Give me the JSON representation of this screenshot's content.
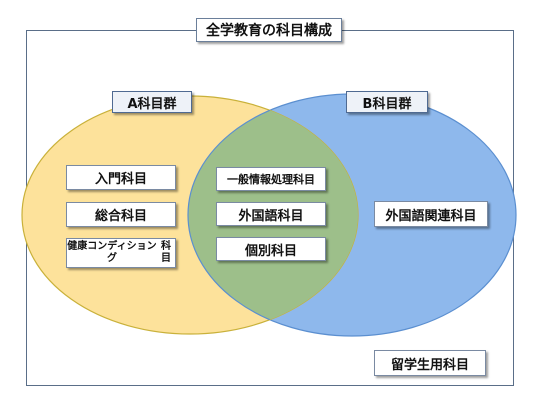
{
  "diagram": {
    "title": "全学教育の科目構成",
    "group_a": {
      "label": "A科目群",
      "color": "#fde29b",
      "stroke": "#c9b13a",
      "items": [
        "入門科目",
        "総合科目"
      ],
      "health_lines": [
        "健康コンディショング",
        "科目"
      ]
    },
    "group_b": {
      "label": "B科目群",
      "color": "#8eb8ec",
      "stroke": "#5b8fd0",
      "items": [
        "外国語関連科目"
      ]
    },
    "overlap": {
      "color": "#9dbf8a",
      "items": [
        "一般情報処理科目",
        "外国語科目",
        "個別科目"
      ]
    },
    "outside": {
      "label": "留学生用科目"
    }
  }
}
